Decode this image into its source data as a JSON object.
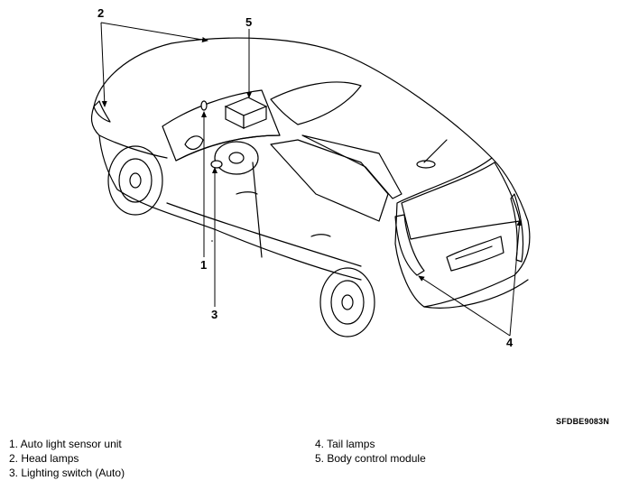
{
  "callouts": {
    "c1": "1",
    "c2": "2",
    "c3": "3",
    "c4": "4",
    "c5": "5"
  },
  "figure_code": "SFDBE9083N",
  "legend": {
    "left": [
      "1. Auto light sensor unit",
      "2. Head lamps",
      "3. Lighting switch (Auto)"
    ],
    "right": [
      "4. Tail lamps",
      "5. Body control module"
    ]
  }
}
